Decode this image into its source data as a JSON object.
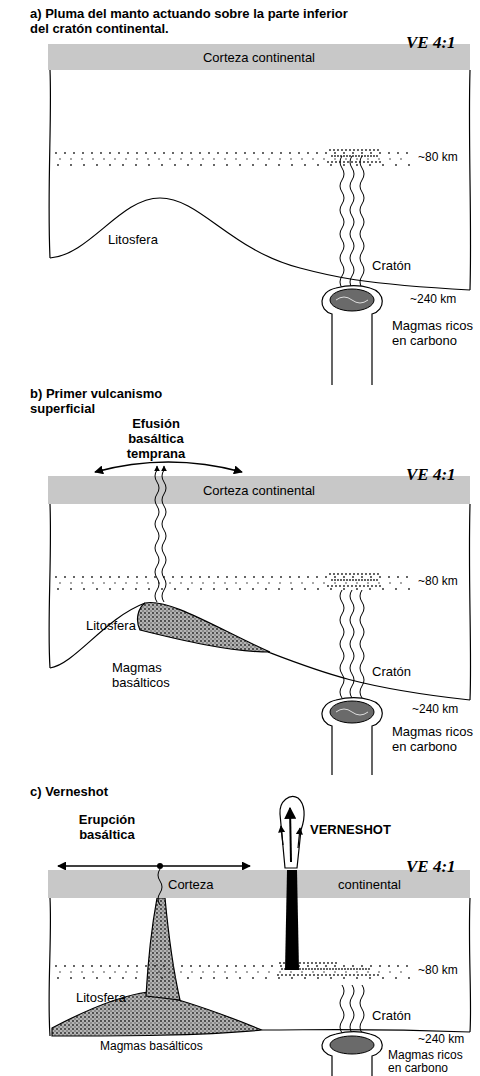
{
  "diagram": {
    "nodes": [
      {
        "text": [
          "Corteza continental"
        ]
      },
      {
        "text": [
          "Corteza continental"
        ]
      },
      {
        "text": [
          "Corteza",
          "continental"
        ]
      }
    ],
    "labels": [
      "a) Pluma del manto actuando sobre la parte inferior del cratón continental.",
      "VE 4:1",
      "~80 km",
      "Litosfera",
      "Cratón",
      "~240 km",
      "Magmas ricos en carbono",
      "b) Primer vulcanismo superficial",
      "Efusión basáltica temprana",
      "VE 4:1",
      "~80 km",
      "Litosfera",
      "Magmas basálticos",
      "Cratón",
      "~240 km",
      "Magmas ricos en carbono",
      "c) Verneshot",
      "Erupción basáltica",
      "VERNESHOT",
      "VE 4:1",
      "~80 km",
      "Litosfera",
      "Magmas basálticos",
      "Cratón",
      "~240 km",
      "Magmas ricos en carbono"
    ]
  }
}
